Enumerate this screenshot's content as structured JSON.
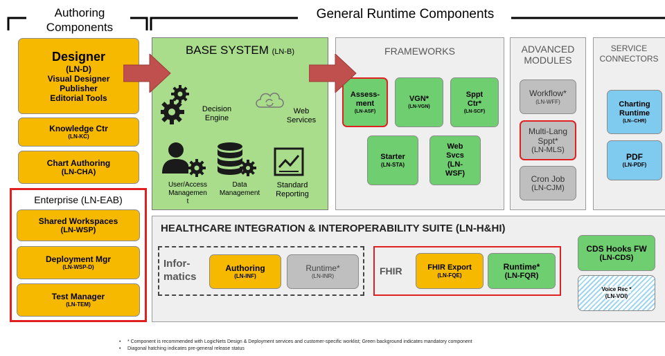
{
  "headers": {
    "authoring_line1": "Authoring",
    "authoring_line2": "Components",
    "general_runtime": "General Runtime Components"
  },
  "designer": {
    "title": "Designer",
    "code": "(LN-D)",
    "line1": "Visual Designer",
    "line2": "Publisher",
    "line3": "Editorial Tools"
  },
  "knowledge_ctr": {
    "title": "Knowledge Ctr",
    "code": "(LN-KC)"
  },
  "chart_authoring": {
    "title": "Chart Authoring",
    "code": "(LN-CHA)"
  },
  "enterprise": {
    "title": "Enterprise (LN-EAB)",
    "items": [
      {
        "title": "Shared Workspaces",
        "code": "(LN-WSP)"
      },
      {
        "title": "Deployment Mgr",
        "code": "(LN-WSP-D)"
      },
      {
        "title": "Test Manager",
        "code": "(LN-TEM)"
      }
    ]
  },
  "base_system": {
    "title": "BASE SYSTEM",
    "code": "(LN-B)",
    "decision_engine_1": "Decision",
    "decision_engine_2": "Engine",
    "web_services_1": "Web",
    "web_services_2": "Services",
    "user_access_1": "User/Access",
    "user_access_2": "Managemen",
    "user_access_3": "t",
    "data_mgmt_1": "Data",
    "data_mgmt_2": "Management",
    "std_reporting_1": "Standard",
    "std_reporting_2": "Reporting"
  },
  "frameworks": {
    "title": "FRAMEWORKS",
    "assessment": {
      "l1": "Assess-",
      "l2": "ment",
      "code": "(LN-ASF)"
    },
    "vgn": {
      "l1": "VGN*",
      "code": "(LN-VGN)"
    },
    "sppt_ctr": {
      "l1": "Sppt",
      "l2": "Ctr*",
      "code": "(LN-SCF)"
    },
    "starter": {
      "l1": "Starter",
      "code": "(LN-STA)"
    },
    "web_svcs": {
      "l1": "Web",
      "l2": "Svcs",
      "l3": "(LN-",
      "l4": "WSF)"
    }
  },
  "advanced": {
    "title_1": "ADVANCED",
    "title_2": "MODULES",
    "workflow": {
      "l1": "Workflow*",
      "code": "(LN-WFF)"
    },
    "multilang": {
      "l1": "Multi-Lang",
      "l2": "Sppt*",
      "code": "(LN-MLS)"
    },
    "cron": {
      "l1": "Cron Job",
      "code": "(LN-CJM)"
    }
  },
  "service_connectors": {
    "title_1": "SERVICE",
    "title_2": "CONNECTORS",
    "charting": {
      "l1": "Charting",
      "l2": "Runtime",
      "code": "(LN--CHR)"
    },
    "pdf": {
      "l1": "PDF",
      "code": "(LN-PDF)"
    }
  },
  "hhi": {
    "title": "HEALTHCARE INTEGRATION & INTEROPERABILITY SUITE (LN-H&HI)",
    "informatics_1": "Infor-",
    "informatics_2": "matics",
    "authoring": {
      "l1": "Authoring",
      "code": "(LN-INF)"
    },
    "runtime_inr": {
      "l1": "Runtime*",
      "code": "(LN-INR)"
    },
    "fhir": "FHIR",
    "fhir_export": {
      "l1": "FHIR Export",
      "code": "(LN-FQE)"
    },
    "runtime_fqr": {
      "l1": "Runtime*",
      "code": "(LN-FQR)"
    },
    "cds_hooks": {
      "l1": "CDS Hooks FW",
      "code": "(LN-CDS)"
    },
    "voice_rec": {
      "l1": "Voice Rec *",
      "code": "(LN-VOI)"
    }
  },
  "footnotes": [
    "* Component is recommended with LogicNets Design & Deployment services and customer-specific worklist;  Green background indicates mandatory component",
    "Diagonal hatching indicates pre-general release status"
  ],
  "colors": {
    "orange": "#F7B800",
    "green": "#6FCF70",
    "gray": "#BFBFBF",
    "blue": "#7FCBF0",
    "red": "#E02020",
    "arrow": "#C0504D",
    "base_green": "#A9DD8C"
  }
}
